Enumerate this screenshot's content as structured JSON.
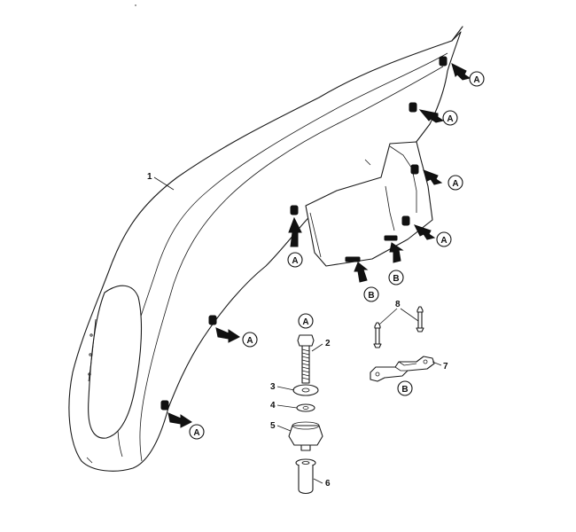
{
  "part_numbers": {
    "p1": "1",
    "p2": "2",
    "p3": "3",
    "p4": "4",
    "p5": "5",
    "p6": "6",
    "p7": "7",
    "p8": "8"
  },
  "callouts": {
    "A": "A",
    "B": "B"
  },
  "colors": {
    "line": "#1a1a1a",
    "fill": "#ffffff"
  }
}
